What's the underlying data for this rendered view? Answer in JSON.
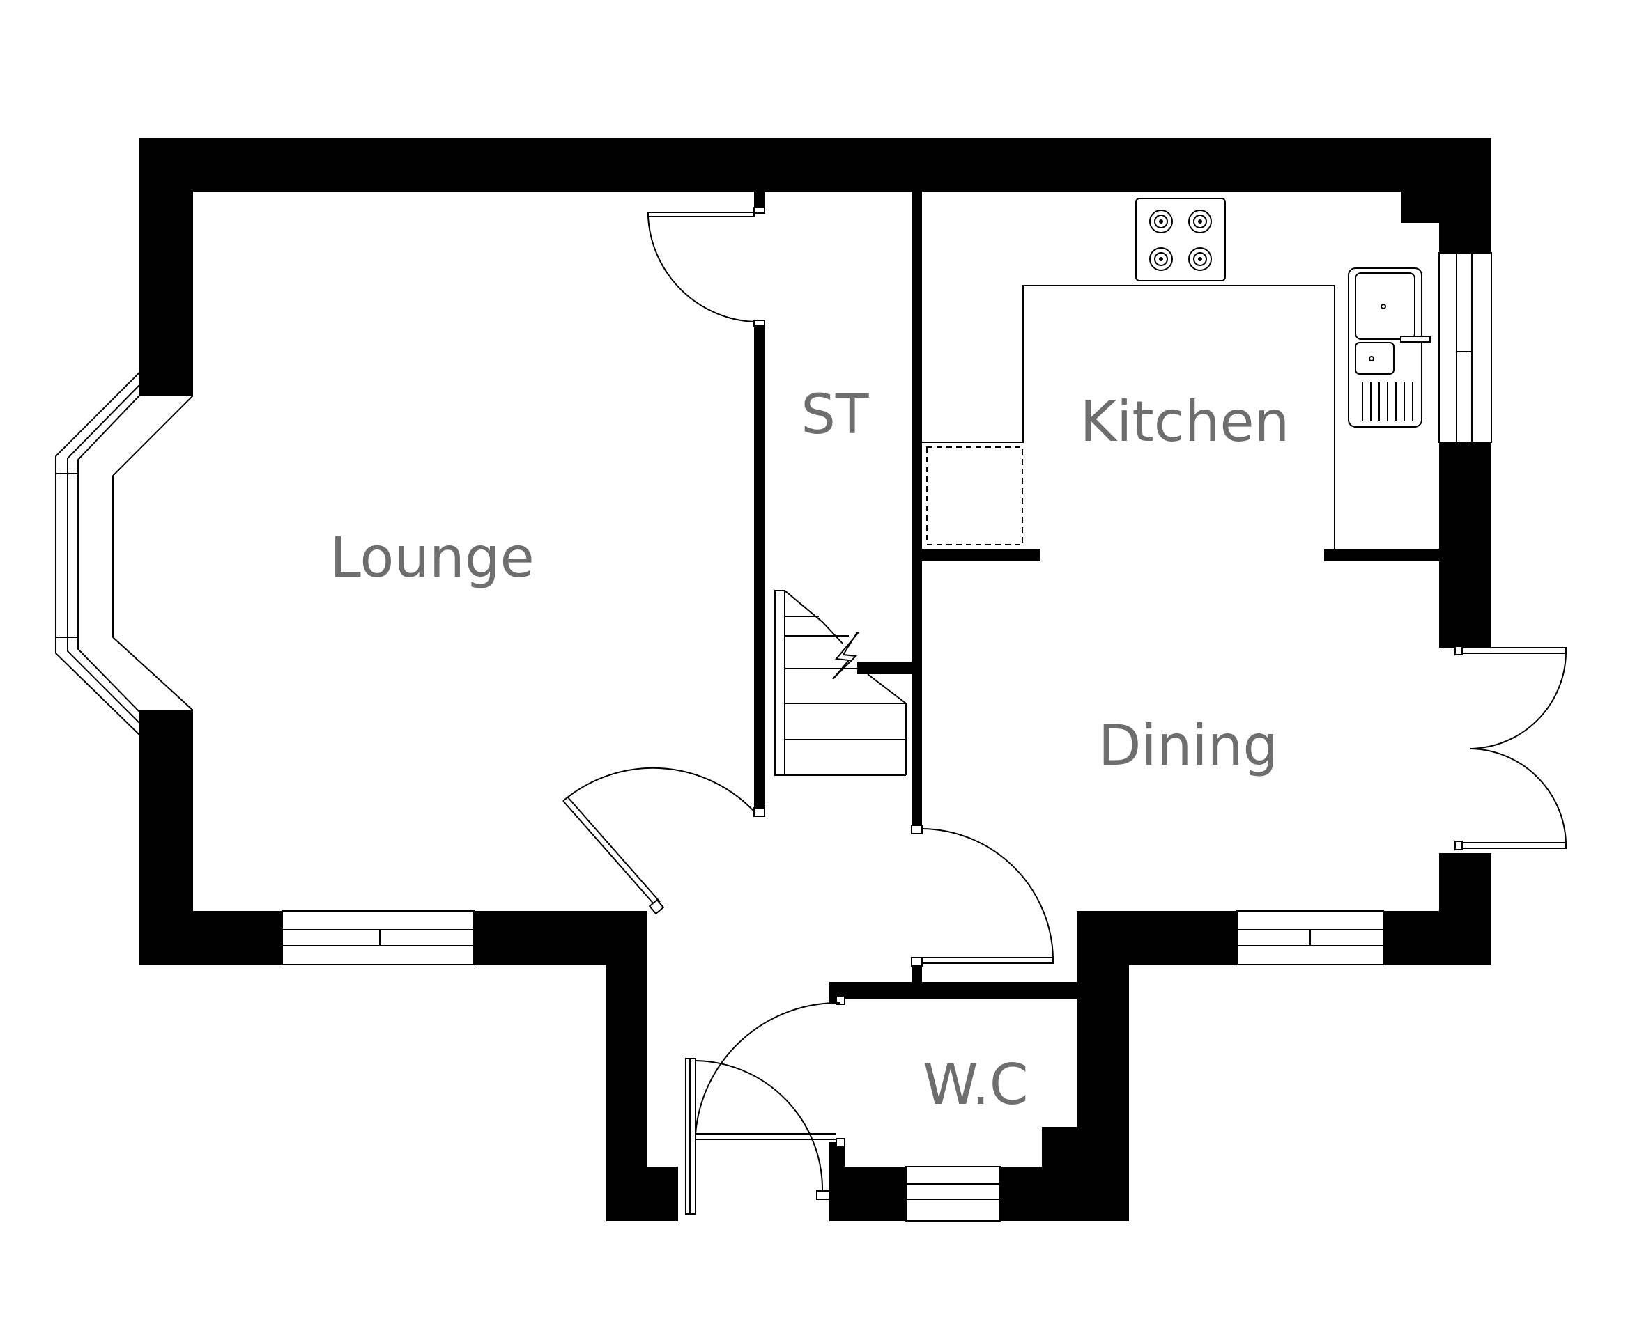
{
  "rooms": {
    "lounge": "Lounge",
    "store": "ST",
    "kitchen": "Kitchen",
    "dining": "Dining",
    "wc": "W.C"
  },
  "colors": {
    "wall": "#000000",
    "label": "#6e6e6e",
    "background": "#ffffff"
  }
}
